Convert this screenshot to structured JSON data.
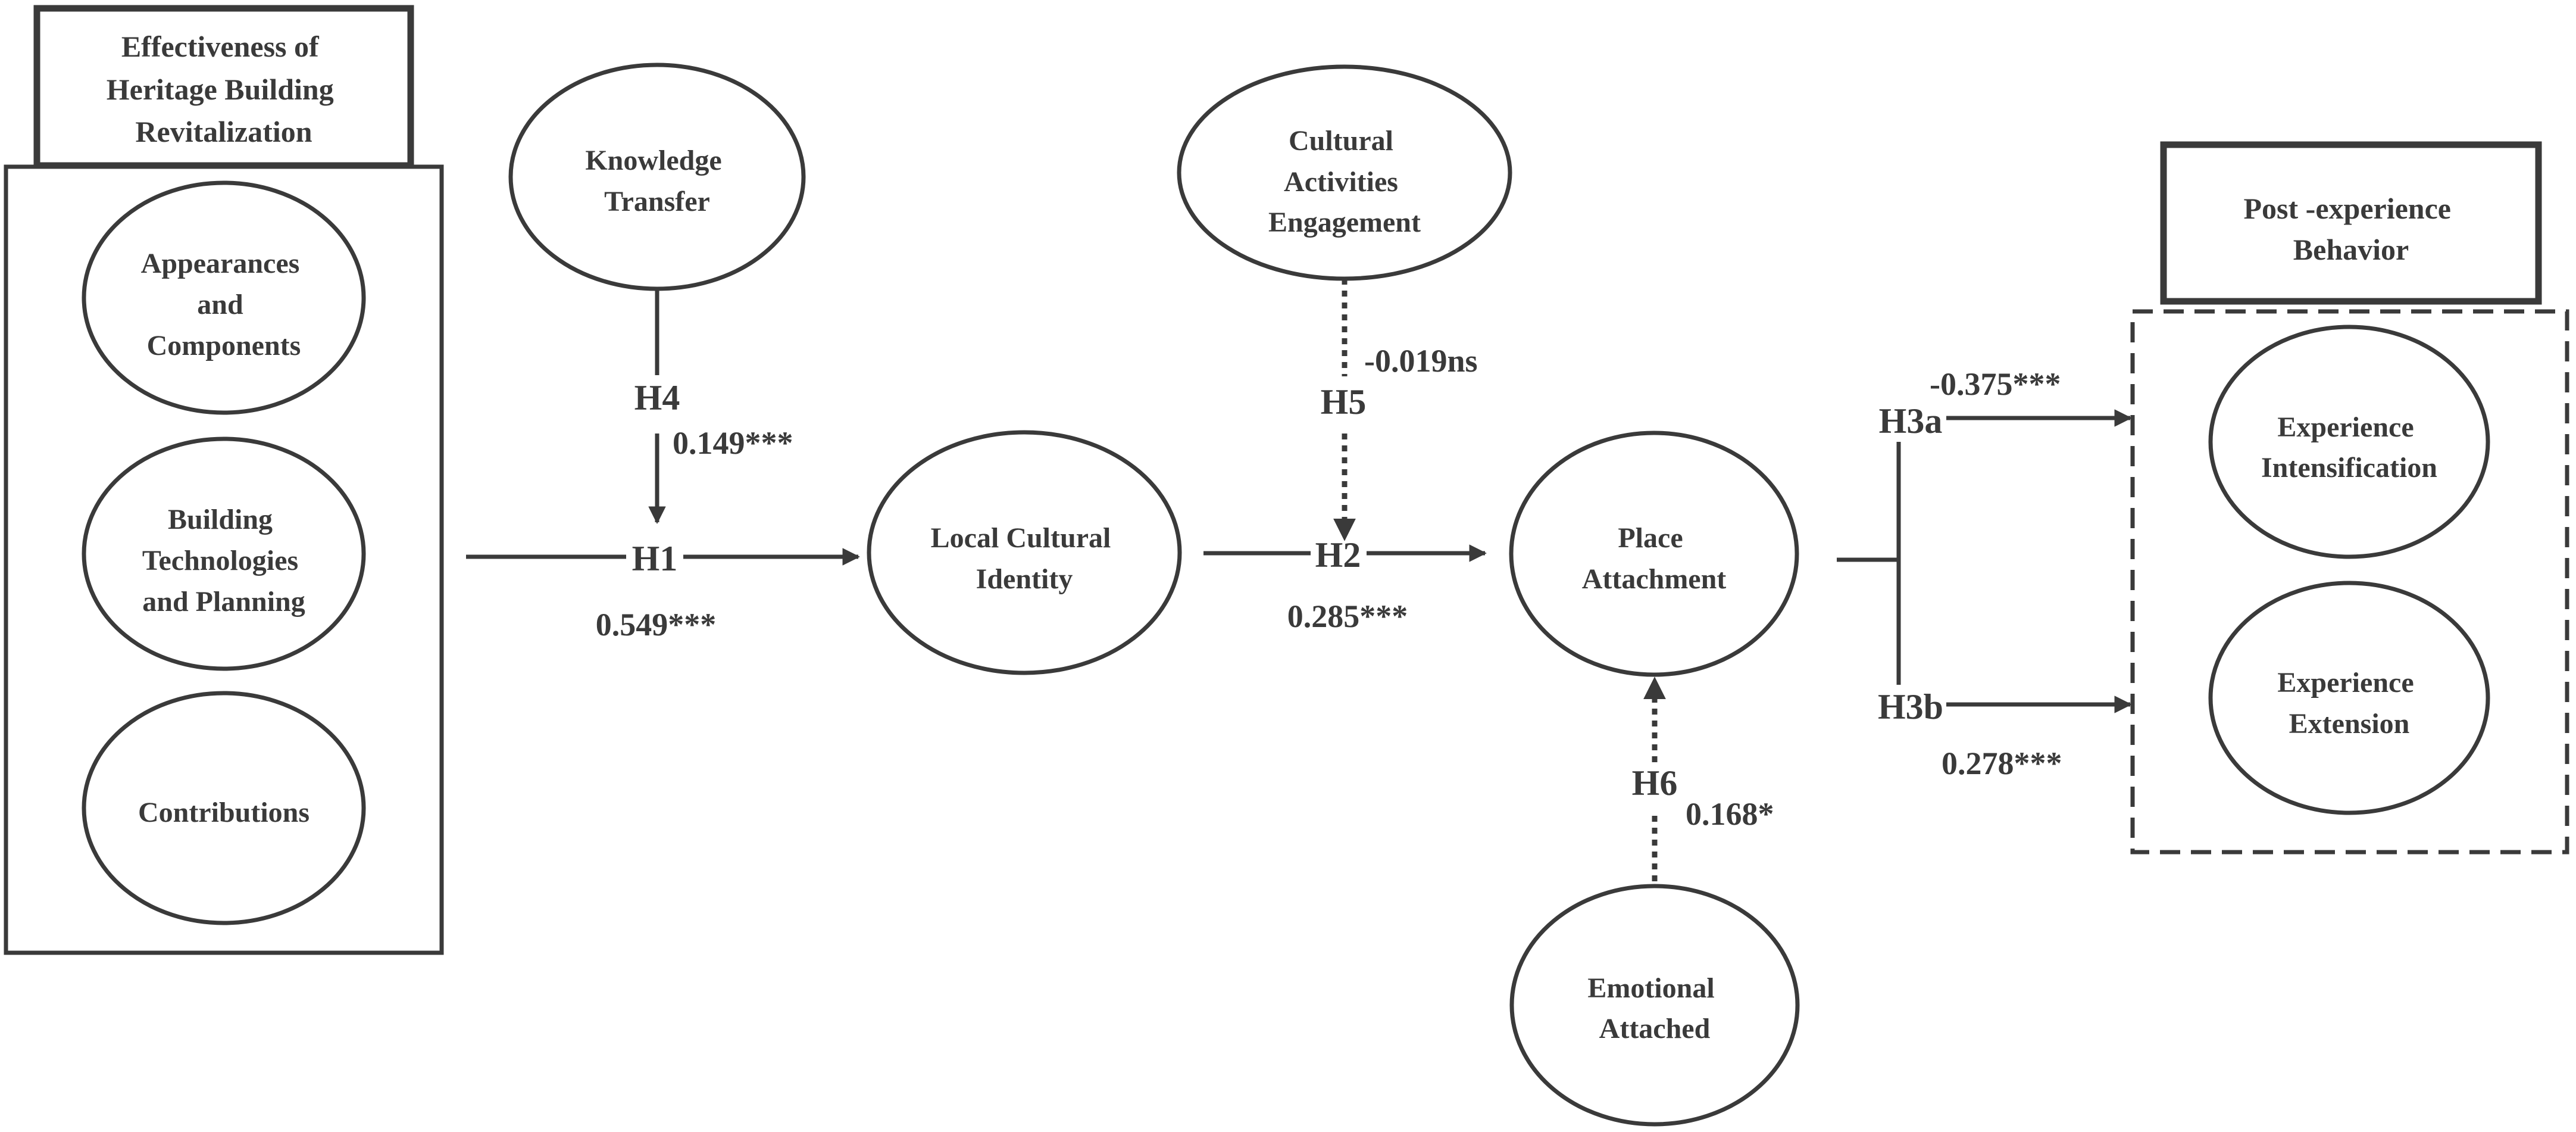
{
  "boxes": {
    "revitalization_title": [
      "Effectiveness of",
      "Heritage Building",
      "Revitalization"
    ],
    "post_experience_title": [
      "Post -experience",
      "Behavior"
    ]
  },
  "nodes": {
    "appearances": [
      "Appearances",
      "and",
      "Components"
    ],
    "building_tech": [
      "Building",
      "Technologies",
      "and Planning"
    ],
    "contributions": [
      "Contributions"
    ],
    "knowledge_transfer": [
      "Knowledge",
      "Transfer"
    ],
    "local_cultural_identity": [
      "Local Cultural",
      "Identity"
    ],
    "cultural_activities": [
      "Cultural",
      "Activities",
      "Engagement"
    ],
    "place_attachment": [
      "Place",
      "Attachment"
    ],
    "emotional_attached": [
      "Emotional",
      "Attached"
    ],
    "experience_intensification": [
      "Experience",
      "Intensification"
    ],
    "experience_extension": [
      "Experience",
      "Extension"
    ]
  },
  "hypotheses": {
    "h1": {
      "label": "H1",
      "coef": "0.549***"
    },
    "h2": {
      "label": "H2",
      "coef": "0.285***"
    },
    "h3a": {
      "label": "H3a",
      "coef": "-0.375***"
    },
    "h3b": {
      "label": "H3b",
      "coef": "0.278***"
    },
    "h4": {
      "label": "H4",
      "coef": "0.149***"
    },
    "h5": {
      "label": "H5",
      "coef": "-0.019ns"
    },
    "h6": {
      "label": "H6",
      "coef": "0.168*"
    }
  },
  "colors": {
    "stroke": "#3a3a3a",
    "background": "#ffffff"
  }
}
